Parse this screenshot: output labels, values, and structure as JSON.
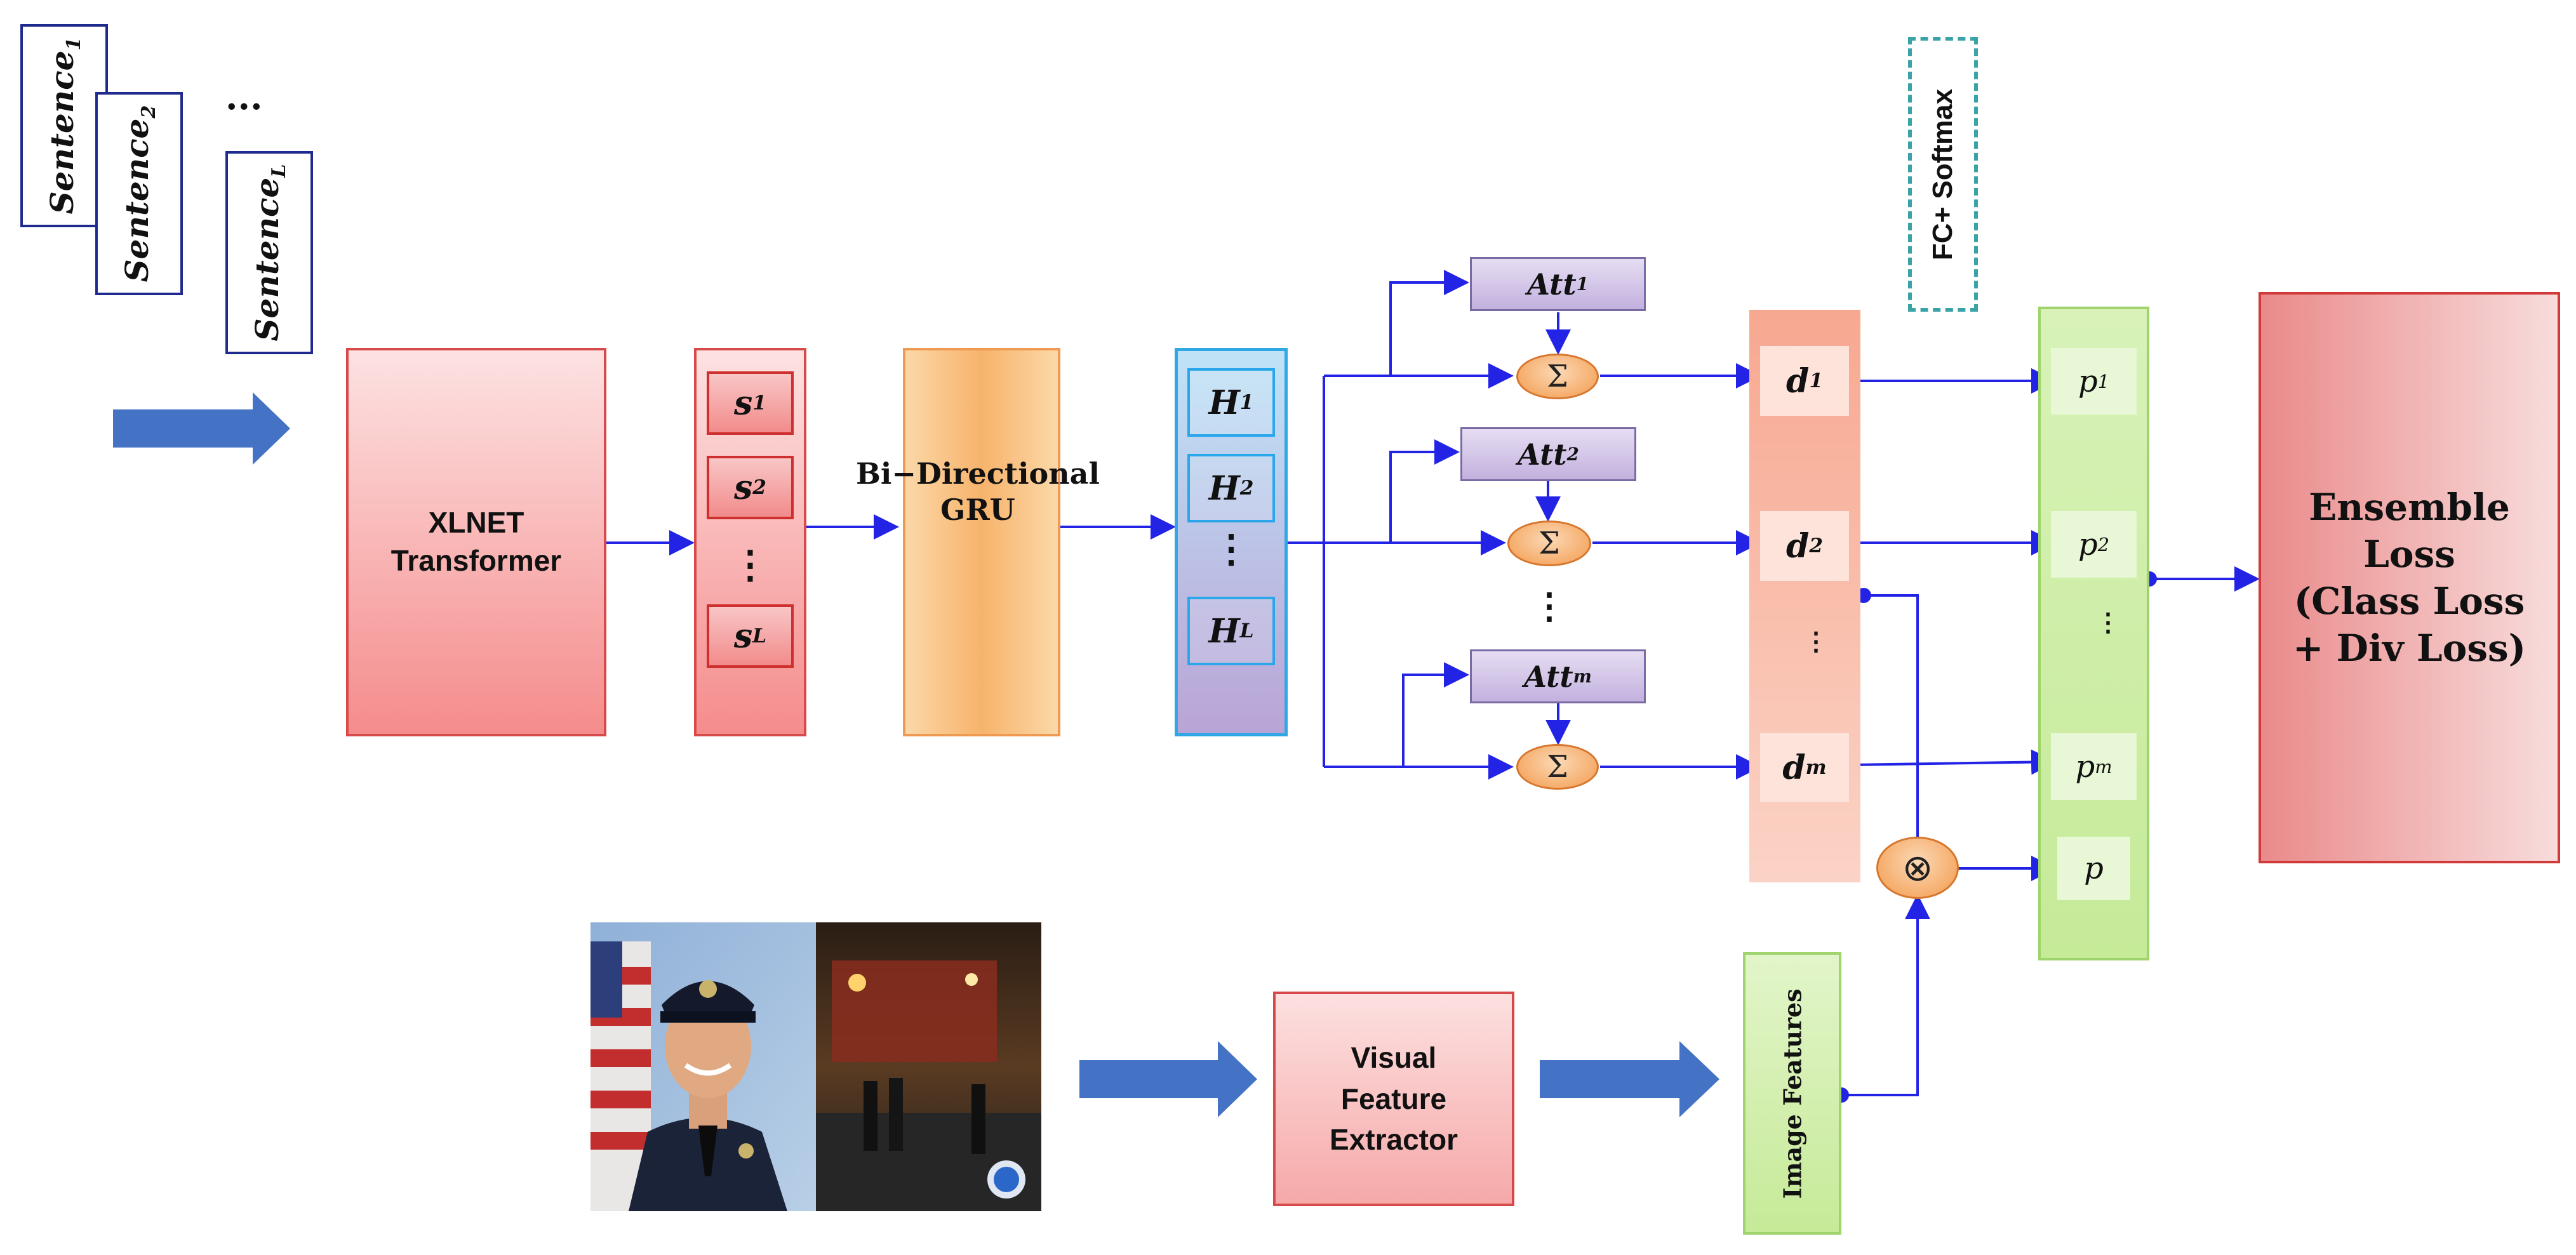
{
  "inputs": {
    "sentence_1": {
      "base": "Sentence",
      "sub": "1"
    },
    "sentence_2": {
      "base": "Sentence",
      "sub": "2"
    },
    "sentence_L": {
      "base": "Sentence",
      "sub": "L"
    },
    "ellipsis": "..."
  },
  "xlnet": {
    "line1": "XLNET",
    "line2": "Transformer"
  },
  "s_vectors": {
    "s1": {
      "base": "s",
      "sub": "1"
    },
    "s2": {
      "base": "s",
      "sub": "2"
    },
    "dots": "⋮",
    "sL": {
      "base": "s",
      "sub": "L"
    }
  },
  "gru": {
    "line1": "Bi−Directional",
    "line2": "GRU"
  },
  "h_vectors": {
    "h1": {
      "base": "H",
      "sub": "1"
    },
    "h2": {
      "base": "H",
      "sub": "2"
    },
    "dots": "⋮",
    "hL": {
      "base": "H",
      "sub": "L"
    }
  },
  "attention": {
    "att1": {
      "base": "Att",
      "sub": "1"
    },
    "att2": {
      "base": "Att",
      "sub": "2"
    },
    "attm": {
      "base": "Att",
      "sub": "m"
    },
    "sum_symbol": "Σ",
    "dots": "⋮"
  },
  "d_vectors": {
    "d1": {
      "base": "d",
      "sub": "1"
    },
    "d2": {
      "base": "d",
      "sub": "2"
    },
    "dots": "⋮",
    "dm": {
      "base": "d",
      "sub": "m"
    }
  },
  "fc_softmax": "FC+ Softmax",
  "p_vectors": {
    "p1": {
      "base": "p",
      "sub": "1"
    },
    "p2": {
      "base": "p",
      "sub": "2"
    },
    "dots": "⋮",
    "pm": {
      "base": "p",
      "sub": "m"
    },
    "p": "p"
  },
  "fusion_symbol": "⊗",
  "ensemble": {
    "line1": "Ensemble",
    "line2": "Loss",
    "line3": "(Class Loss",
    "line4": "+ Div Loss)"
  },
  "visual_extractor": {
    "line1": "Visual",
    "line2": "Feature",
    "line3": "Extractor"
  },
  "image_features": "Image Features",
  "colors": {
    "connector": "#2323e6",
    "big_arrow": "#4472c4"
  }
}
